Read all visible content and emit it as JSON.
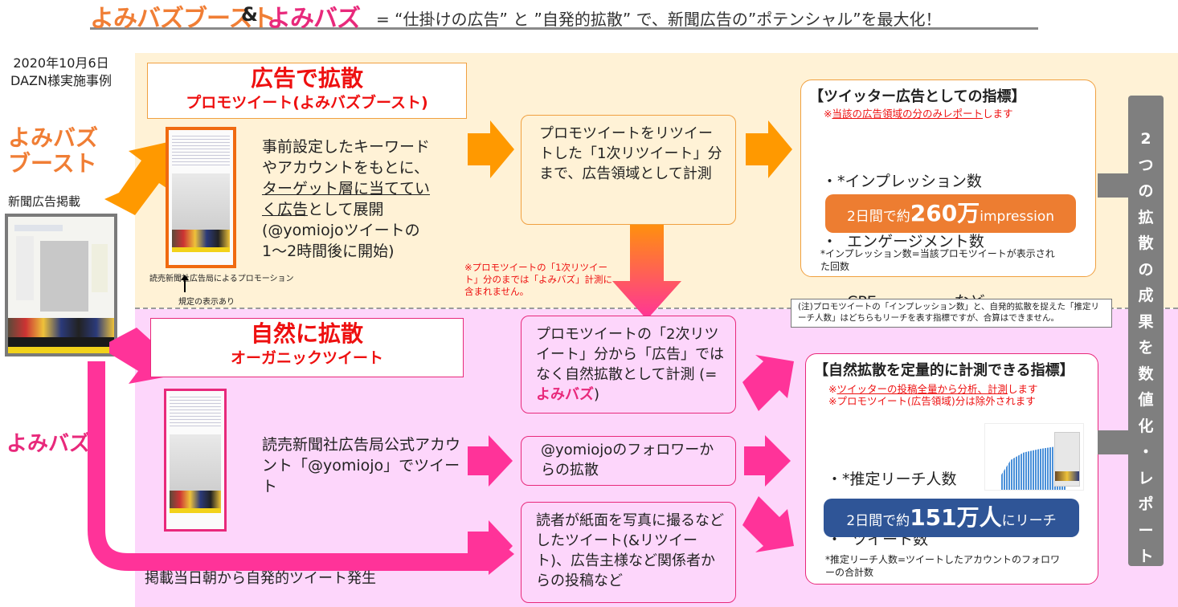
{
  "header": {
    "brand_boost": "よみバズブースト",
    "ampersand": "&",
    "brand_buzz": "よみバズ",
    "tagline": "=  “仕掛けの広告” と ”自発的拡散” で、新聞広告の”ポテンシャル”を最大化！"
  },
  "case": {
    "date": "2020年10月6日",
    "client": "DAZN様実施事例"
  },
  "left": {
    "boost_label_line1": "よみバズ",
    "boost_label_line2": "ブースト",
    "paper_label": "新聞広告掲載",
    "buzz_label": "よみバズ"
  },
  "ad_section": {
    "title": "広告で拡散",
    "subtitle": "プロモツイート(よみバズブースト)",
    "desc_line1": "事前設定したキーワード",
    "desc_line2": "やアカウントをもとに、",
    "desc_underlined1": "ターゲット層に当ててい",
    "desc_underlined2": "く広告",
    "desc_line4_rest": "として展開",
    "desc_line5": "(@yomiojoツイートの",
    "desc_line6": "1～2時間後に開始)",
    "caption": "読売新聞社広告局によるプロモーション",
    "caption_sub": "規定の表示あり",
    "measure_box": "プロモツイートをリツイートした「1次リツイート」分まで、広告領域として計測",
    "red_note": "※プロモツイートの「1次リツイート」分のまでは「よみバズ」計測に含まれません。"
  },
  "ad_metrics": {
    "title": "【ツイッター広告としての指標】",
    "note_prefix": "※",
    "note_underlined": "当該の広告領域の分のみレポート",
    "note_suffix": "します",
    "items": [
      "・*インプレッション数",
      "・  エンゲージメント数",
      "・  CPE                など"
    ],
    "result_prefix": "2日間で約",
    "result_big": "260万",
    "result_suffix": "impression",
    "footnote": "*インプレッション数=当該プロモツイートが表示された回数"
  },
  "general_note": "(注)プロモツイートの「インプレッション数」と、自発的拡散を捉えた「推定リーチ人数」はどちらもリーチを表す指標ですが、合算はできません。",
  "organic_section": {
    "title": "自然に拡散",
    "subtitle": "オーガニックツイート",
    "desc": "読売新聞社広告局公式アカウント「@yomiojo」でツイート",
    "box_secondary_prefix": "プロモツイートの「2次リツイート」分から「広告」ではなく自然拡散として計測 (=",
    "box_secondary_brand": "よみバズ",
    "box_secondary_suffix": ")",
    "box_followers": "@yomiojoのフォロワーからの拡散",
    "box_readers": "読者が紙面を写真に撮るなどしたツイート(&リツイート)、広告主様など関係者からの投稿など",
    "bottom_caption": "掲載当日朝から自発的ツイート発生"
  },
  "organic_metrics": {
    "title": "【自然拡散を定量的に計測できる指標】",
    "note1_prefix": "※",
    "note1_underlined": "ツイッターの投稿全量から分析、計測",
    "note1_suffix": "します",
    "note2": "※プロモツイート(広告領域)分は除外されます",
    "items": [
      "・*推定リーチ人数",
      "・  ツイート数"
    ],
    "result_prefix": "2日間で約",
    "result_big": "151万人",
    "result_suffix": "にリーチ",
    "footnote": "*推定リーチ人数=ツイートしたアカウントのフォロワーの合計数"
  },
  "summary_bar": {
    "chars": [
      "2",
      "つ",
      "の",
      "拡",
      "散",
      "の",
      "成",
      "果",
      "を",
      "数",
      "値",
      "化",
      "・",
      "レ",
      "ポ",
      "ー",
      "ト"
    ]
  },
  "colors": {
    "orange": "#ff9900",
    "orange_brand": "#f07e35",
    "pink": "#ff3399",
    "pink_brand": "#e8297b",
    "red": "#ee1010",
    "blue_pill": "#2f5597",
    "band_top": "#fff2d6",
    "band_bottom": "#fdd6fb",
    "gray_bar": "#7f7f7f"
  }
}
